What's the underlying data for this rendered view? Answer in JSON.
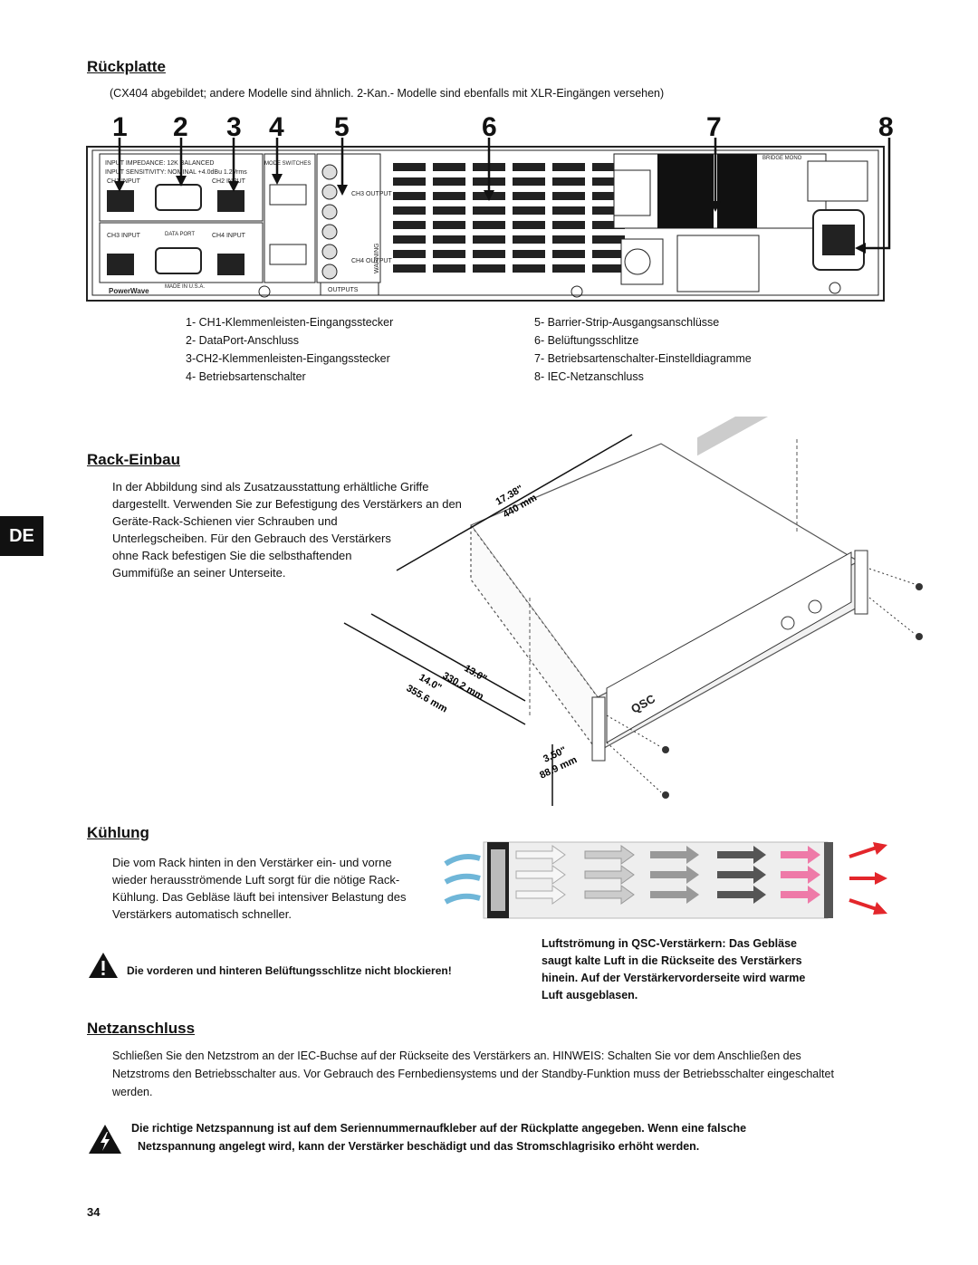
{
  "side_tab": "DE",
  "page_number": "34",
  "rueckplatte": {
    "heading": "Rückplatte",
    "intro": "(CX404 abgebildet; andere Modelle sind ähnlich. 2-Kan.- Modelle sind ebenfalls mit XLR-Eingängen versehen)",
    "callout_numbers": [
      "1",
      "2",
      "3",
      "4",
      "5",
      "6",
      "7",
      "8"
    ],
    "panel_labels": {
      "outputs": "OUTPUTS",
      "made_in": "MADE IN U.S.A.",
      "brand": "PowerWave",
      "data_port": "DATA PORT",
      "ch1": "CH1 INPUT",
      "ch2": "CH2 INPUT",
      "ch3": "CH3 INPUT",
      "ch4": "CH4 INPUT",
      "impedance": "INPUT IMPEDANCE: 12K BALANCED",
      "sensitivity": "INPUT SENSITIVITY: NOMINAL +4.0dBu 1.2Vrms",
      "mode_switches": "MODE SWITCHES",
      "bridge": "BRIDGE MONO",
      "ch3_output": "CH3 OUTPUT",
      "ch4_output": "CH4 OUTPUT",
      "warning": "WARNING"
    },
    "legend_left": [
      "1- CH1-Klemmenleisten-Eingangsstecker",
      "2- DataPort-Anschluss",
      "3-CH2-Klemmenleisten-Eingangsstecker",
      "4- Betriebsartenschalter"
    ],
    "legend_right": [
      "5- Barrier-Strip-Ausgangsanschlüsse",
      "6- Belüftungsschlitze",
      "7- Betriebsartenschalter-Einstelldiagramme",
      "8- IEC-Netzanschluss"
    ]
  },
  "rack": {
    "heading": "Rack-Einbau",
    "text": [
      "In der Abbildung sind als Zusatzausstattung erhältliche Griffe",
      "dargestellt. Verwenden Sie zur Befestigung des Verstärkers an den",
      "Geräte-Rack-Schienen vier Schrauben und",
      "Unterlegscheiben. Für den Gebrauch des Verstärkers",
      "ohne Rack befestigen Sie die selbsthaftenden",
      "Gummifüße an seiner Unterseite."
    ],
    "dimensions": {
      "depth_in": "17.38\"",
      "depth_mm": "440 mm",
      "d1_in": "13.0\"",
      "d1_mm": "330.2 mm",
      "d2_in": "14.0\"",
      "d2_mm": "355.6 mm",
      "height_in": "3.50\"",
      "height_mm": "88.9 mm"
    },
    "front_logo": "QSC"
  },
  "kuehlung": {
    "heading": "Kühlung",
    "text": [
      "Die vom Rack hinten in den Verstärker ein- und vorne",
      "wieder herausströmende Luft sorgt für die nötige Rack-",
      "Kühlung. Das Gebläse läuft bei intensiver Belastung des",
      "Verstärkers automatisch schneller."
    ],
    "warning": "Die vorderen und hinteren Belüftungsschlitze nicht blockieren!",
    "caption": [
      "Luftströmung in QSC-Verstärkern: Das Gebläse",
      "saugt kalte Luft in die Rückseite des Verstärkers",
      "hinein. Auf der Verstärkervorderseite wird warme",
      "Luft ausgeblasen."
    ],
    "colors": {
      "cold": "#6fb6d8",
      "warm": "#ee7aa8",
      "hot": "#e3262b"
    }
  },
  "netz": {
    "heading": "Netzanschluss",
    "text": [
      "Schließen Sie den Netzstrom an der IEC-Buchse auf der Rückseite des Verstärkers an. HINWEIS: Schalten Sie vor dem Anschließen des",
      "Netzstroms den Betriebsschalter aus. Vor Gebrauch des Fernbediensystems und der Standby-Funktion muss der Betriebsschalter eingeschaltet",
      "werden."
    ],
    "warning": [
      "Die richtige Netzspannung ist auf dem Seriennummernaufkleber auf der Rückplatte angegeben. Wenn eine falsche",
      "Netzspannung angelegt wird, kann der Verstärker beschädigt und das Stromschlagrisiko erhöht werden."
    ]
  }
}
